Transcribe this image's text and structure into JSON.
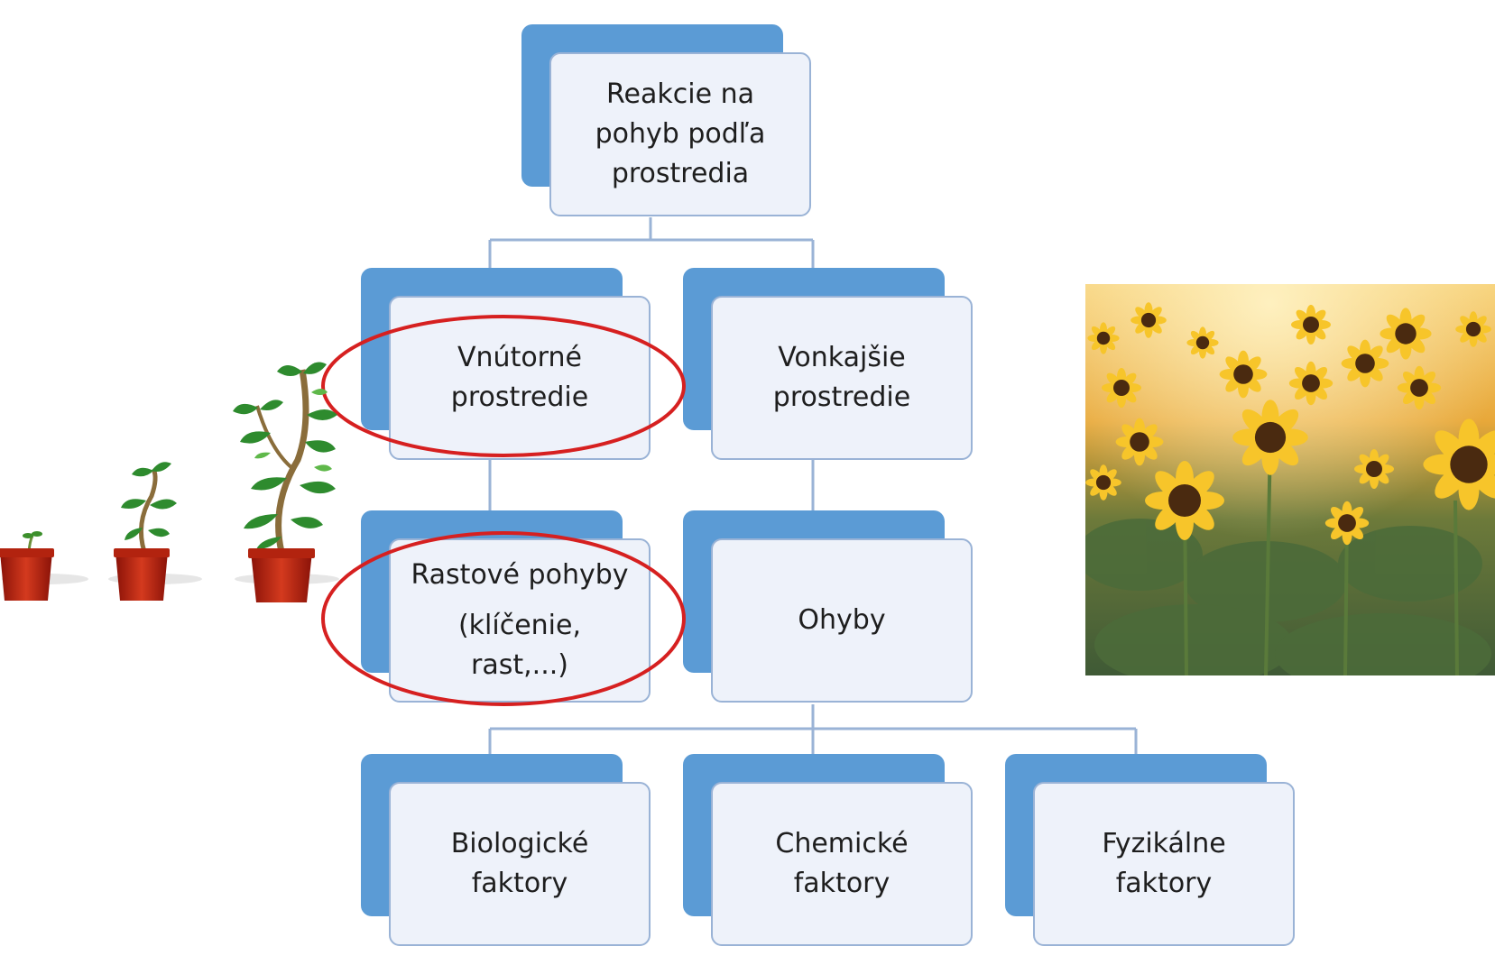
{
  "diagram": {
    "root": {
      "line1": "Reakcie na",
      "line2": "pohyb podľa",
      "line3": "prostredia"
    },
    "internal": {
      "line1": "Vnútorné",
      "line2": "prostredie"
    },
    "external": {
      "line1": "Vonkajšie",
      "line2": "prostredie"
    },
    "growth": {
      "line1": "Rastové pohyby",
      "line2": "(klíčenie,",
      "line3": "rast,...)"
    },
    "bends": {
      "line1": "Ohyby"
    },
    "biological": {
      "line1": "Biologické",
      "line2": "faktory"
    },
    "chemical": {
      "line1": "Chemické",
      "line2": "faktory"
    },
    "physical": {
      "line1": "Fyzikálne",
      "line2": "faktory"
    }
  },
  "colors": {
    "back_box": "#5b9bd5",
    "front_box": "#eef2fa",
    "connector": "#9ab3d6",
    "highlight": "#d62020"
  },
  "images": {
    "left": "plant-growth-stages-illustration",
    "right": "sunflower-field-photo"
  }
}
